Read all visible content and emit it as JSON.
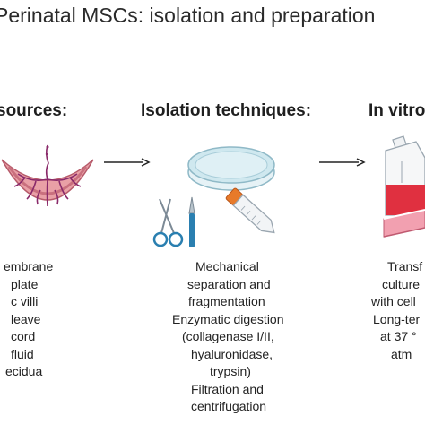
{
  "title": "Perinatal MSCs: isolation and preparation",
  "columns": [
    {
      "heading": "sources:",
      "items": [
        "embrane",
        "plate",
        "c villi",
        "leave",
        "cord",
        "fluid",
        "ecidua"
      ]
    },
    {
      "heading": "Isolation techniques:",
      "items": [
        "Mechanical",
        "separation and",
        "fragmentation",
        "Enzymatic digestion",
        "(collagenase I/II,",
        "hyaluronidase,",
        "trypsin)",
        "Filtration and",
        "centrifugation"
      ]
    },
    {
      "heading": "In vitro",
      "items": [
        "Transf",
        "culture",
        "with cell",
        "Long-ter",
        "at 37 °",
        "atm"
      ]
    }
  ],
  "icons": [
    "placenta-icon",
    "petri-dish-icon",
    "scissors-icon",
    "scalpel-icon",
    "conical-tube-icon",
    "culture-flask-icon",
    "culture-plate-icon"
  ],
  "colors": {
    "placenta": "#e9a0a6",
    "vessel": "#8a2a6a",
    "dish": "#cfe8ef",
    "tube_cap": "#e77a2a",
    "medium": "#e03040",
    "arrow": "#222222"
  }
}
